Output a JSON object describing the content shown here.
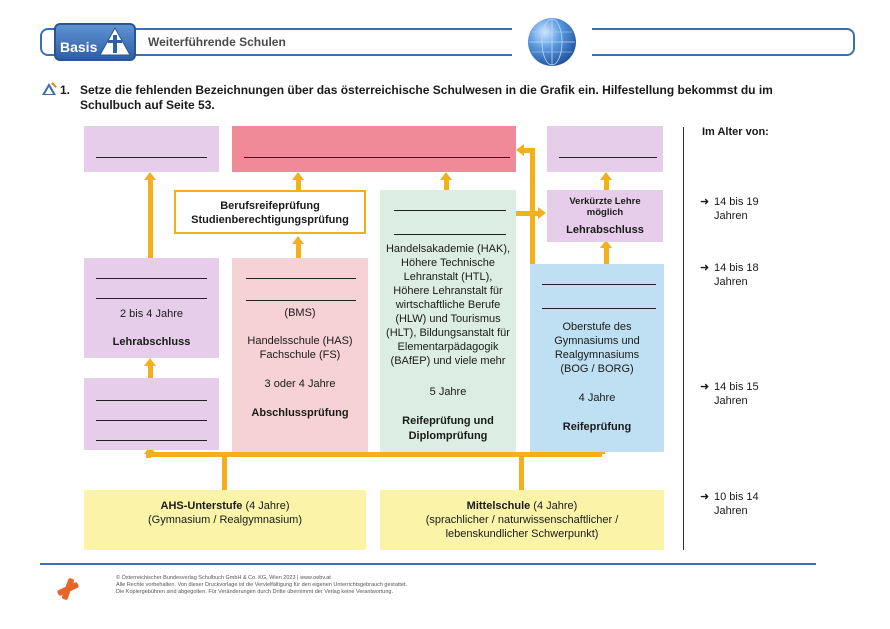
{
  "header": {
    "badge": "Basis",
    "title": "Weiterführende Schulen"
  },
  "task": {
    "number": "1.",
    "text": "Setze die fehlenden Bezeichnungen über das österreichische Schulwesen in die Grafik ein. Hilfestellung bekommst du im Schulbuch auf Seite 53."
  },
  "diagram": {
    "berufsreife": {
      "line1": "Berufsreifeprüfung",
      "line2": "Studienberechtigungsprüfung"
    },
    "verkuerzte": {
      "line1": "Verkürzte Lehre",
      "line2": "möglich",
      "line3": "Lehrabschluss"
    },
    "left_mid": {
      "duration": "2 bis 4 Jahre",
      "result": "Lehrabschluss"
    },
    "bms": {
      "abbr": "(BMS)",
      "l1": "Handelsschule (HAS)",
      "l2": "Fachschule (FS)",
      "duration": "3 oder 4 Jahre",
      "result": "Abschlussprüfung"
    },
    "bhs": {
      "desc": [
        "Handelsakademie (HAK),",
        "Höhere Technische",
        "Lehranstalt (HTL),",
        "Höhere Lehranstalt für",
        "wirtschaftliche Berufe",
        "(HLW) und Tourismus",
        "(HLT), Bildungsanstalt für",
        "Elementarpädagogik",
        "(BAfEP) und viele mehr"
      ],
      "duration": "5 Jahre",
      "result1": "Reifeprüfung und",
      "result2": "Diplomprüfung"
    },
    "ahs_oberstufe": {
      "l1": "Oberstufe des",
      "l2": "Gymnasiums und",
      "l3": "Realgymnasiums",
      "l4": "(BOG / BORG)",
      "duration": "4 Jahre",
      "result": "Reifeprüfung"
    },
    "ahs_unterstufe": {
      "title": "AHS-Unterstufe",
      "dur": " (4 Jahre)",
      "sub": "(Gymnasium / Realgymnasium)"
    },
    "mittelschule": {
      "title": "Mittelschule",
      "dur": " (4 Jahre)",
      "sub1": "(sprachlicher / naturwissenschaftlicher /",
      "sub2": "lebenskundlicher Schwerpunkt)"
    }
  },
  "ages": {
    "title": "Im Alter von:",
    "items": [
      {
        "l1": "14 bis 19",
        "l2": "Jahren"
      },
      {
        "l1": "14 bis 18",
        "l2": "Jahren"
      },
      {
        "l1": "14 bis 15",
        "l2": "Jahren"
      },
      {
        "l1": "10 bis 14",
        "l2": "Jahren"
      }
    ]
  },
  "footer": {
    "l1": "© Österreichischer Bundesverlag Schulbuch GmbH & Co. KG, Wien 2023 | www.oebv.at",
    "l2": "Alle Rechte vorbehalten. Von dieser Druckvorlage ist die Vervielfältigung für den eigenen Unterrichtsgebrauch gestattet.",
    "l3": "Die Kopiergebühren sind abgegolten. Für Veränderungen durch Dritte übernimmt der Verlag keine Verantwortung."
  },
  "colors": {
    "accent": "#3a6fb0",
    "arrow": "#f3b01a"
  }
}
